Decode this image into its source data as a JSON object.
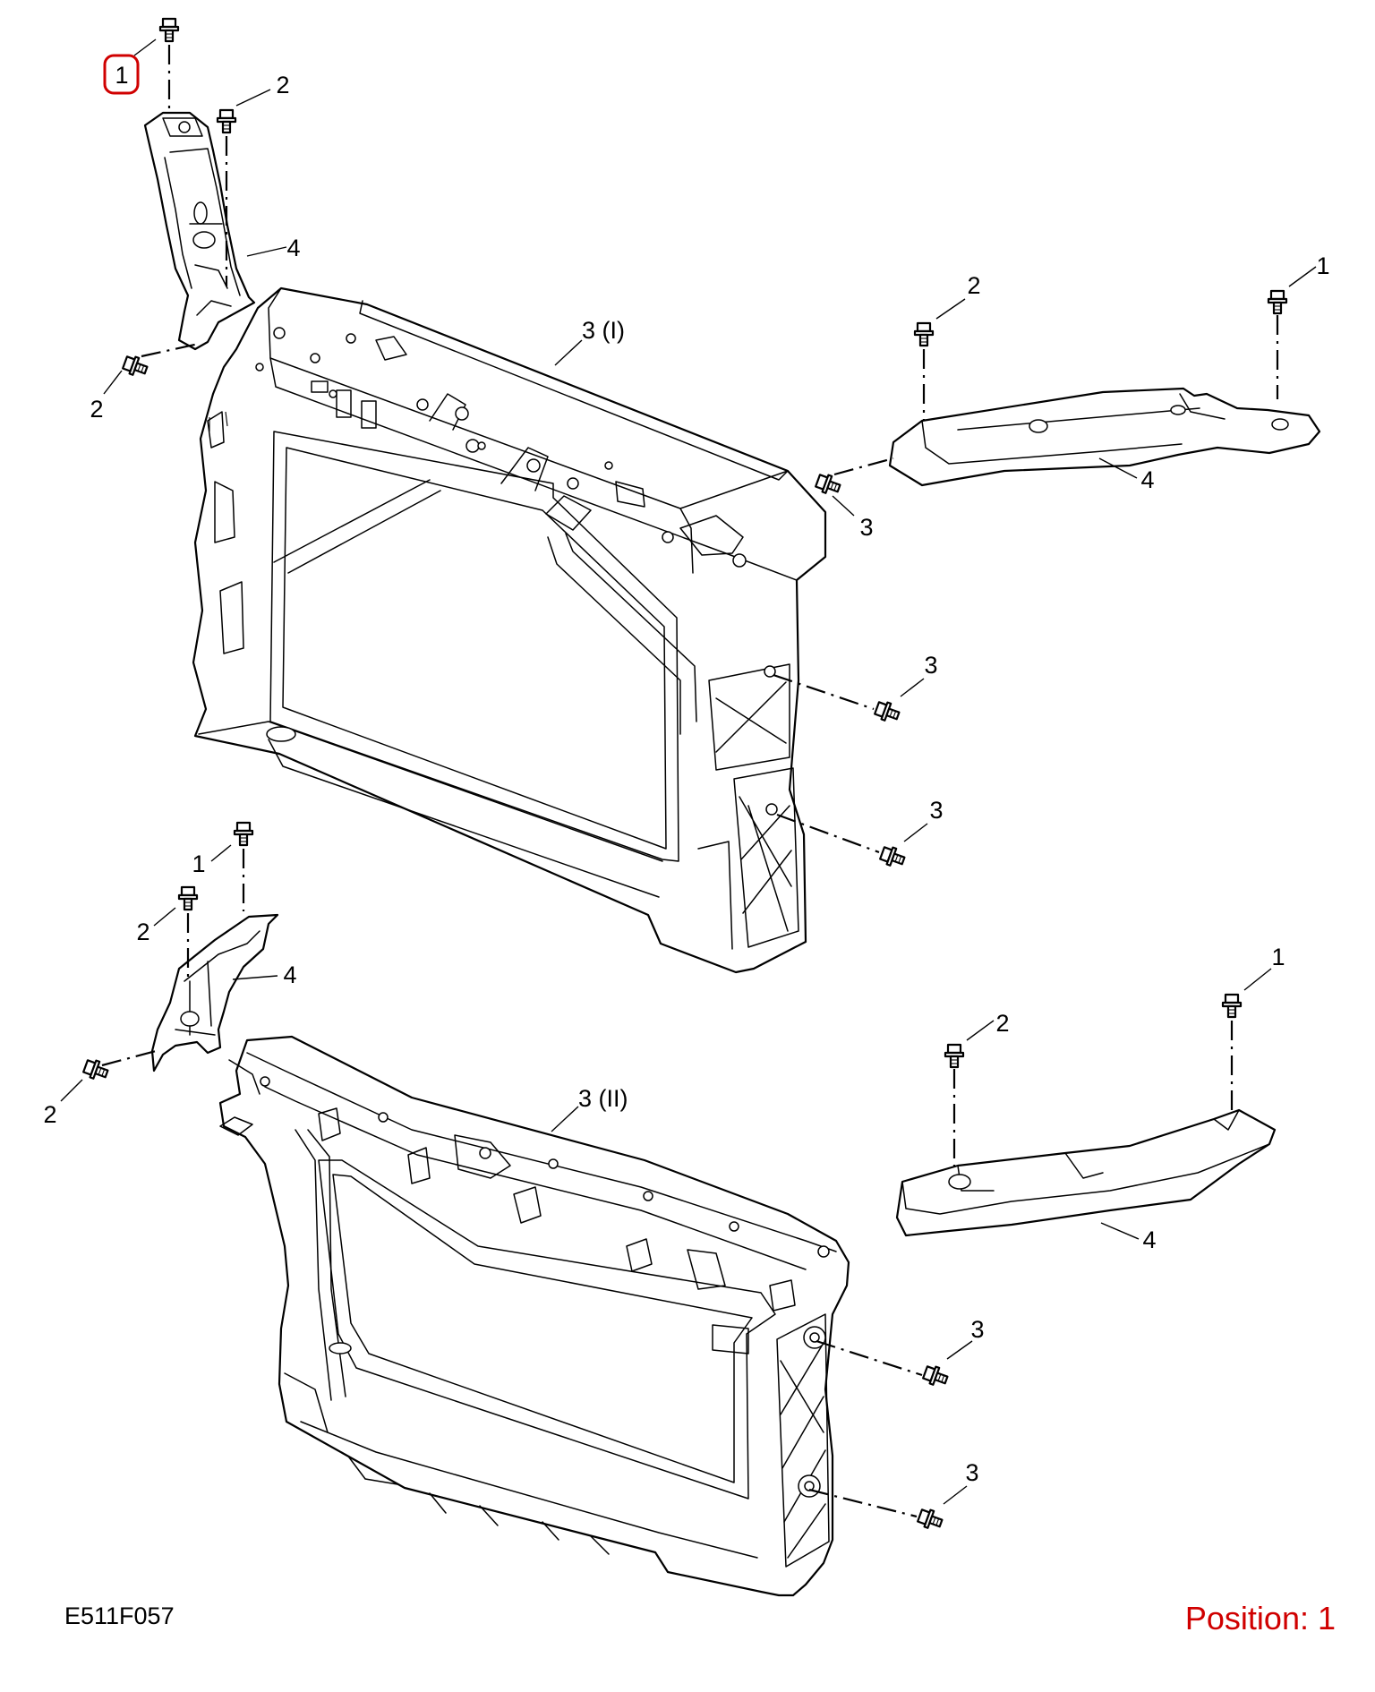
{
  "diagram": {
    "drawing_code": "E511F057",
    "position_text": "Position: 1",
    "highlight_color": "#d00000",
    "upper_assembly": {
      "carrier_label": "3 (I)",
      "callouts": [
        "1",
        "2",
        "4",
        "2",
        "2",
        "1",
        "3",
        "4",
        "3",
        "3"
      ]
    },
    "lower_assembly": {
      "carrier_label": "3 (II)",
      "callouts": [
        "1",
        "2",
        "4",
        "2",
        "1",
        "2",
        "4",
        "3",
        "3"
      ]
    }
  }
}
